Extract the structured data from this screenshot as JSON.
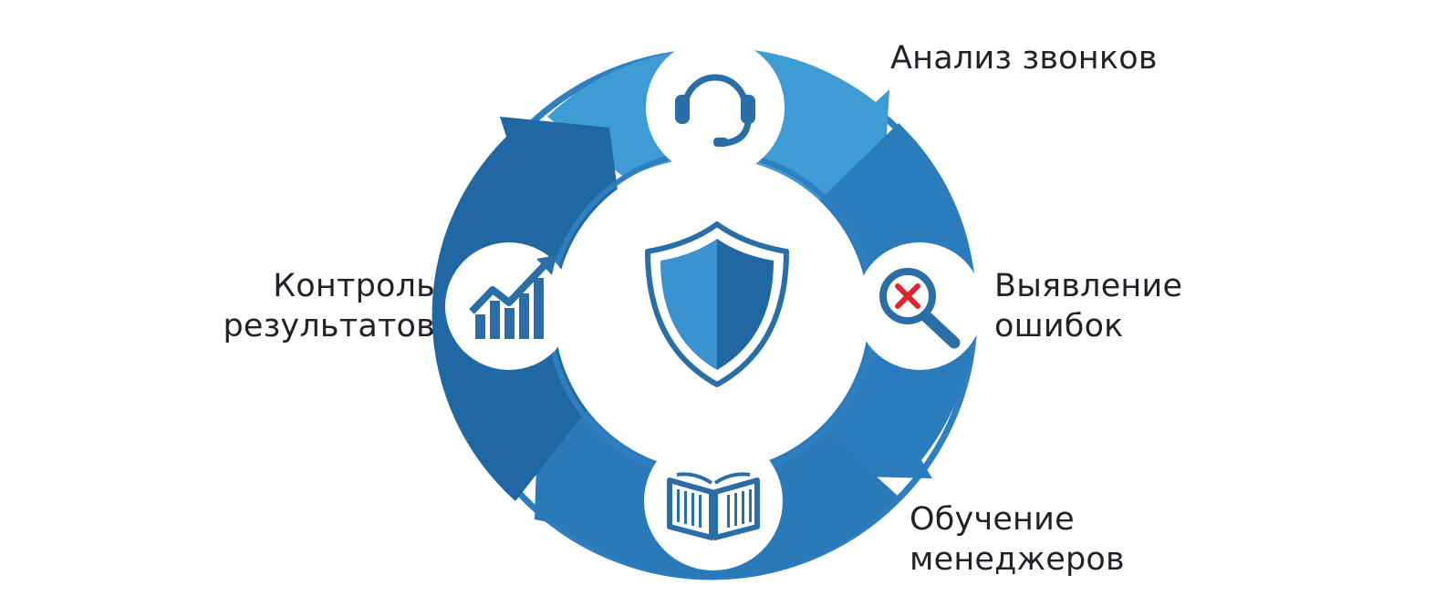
{
  "diagram": {
    "steps": [
      {
        "id": "call-analysis",
        "icon": "headset-icon",
        "lines": [
          "Анализ звонков"
        ]
      },
      {
        "id": "error-detection",
        "icon": "magnifier-error-icon",
        "lines": [
          "Выявление",
          "ошибок"
        ]
      },
      {
        "id": "manager-training",
        "icon": "open-book-icon",
        "lines": [
          "Обучение",
          "менеджеров"
        ]
      },
      {
        "id": "results-control",
        "icon": "growth-chart-icon",
        "lines": [
          "Контроль",
          "результатов"
        ]
      }
    ],
    "center_icon": "shield-icon",
    "colors": {
      "ring": "#2f7fc0",
      "arrow_dark": "#1f68a3",
      "arrow_mid": "#2b7cbd",
      "arrow_light": "#3f9bd4",
      "shield_light": "#3a93d0",
      "shield_dark": "#1f68a3",
      "error_mark": "#e0242e",
      "background": "#ffffff"
    }
  }
}
